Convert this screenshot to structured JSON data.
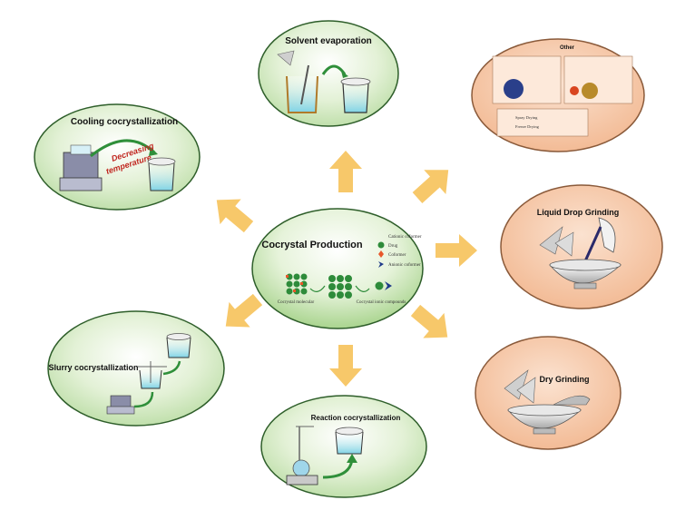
{
  "center": {
    "title": "Cocrystal Production",
    "legend": [
      {
        "label": "Cationic coformer",
        "color": "#e8572a"
      },
      {
        "label": "Drug",
        "color": "#2e8b3a"
      },
      {
        "label": "Coformer",
        "color": "#e8572a"
      },
      {
        "label": "Anionic coformer",
        "color": "#1f3a8a"
      }
    ],
    "caption_left": "Cocrystal molecular",
    "caption_right": "Cocrystal ionic compounds"
  },
  "methods": {
    "solvent_evaporation": "Solvent evaporation",
    "cooling": "Cooling cocrystallization",
    "cooling_note_1": "Decreasing",
    "cooling_note_2": "temperature",
    "slurry": "Slurry cocrystallization",
    "reaction": "Reaction cocrystallization",
    "liquid_drop": "Liquid Drop Grinding",
    "dry_grinding": "Dry Grinding",
    "other": "Other",
    "other_items": [
      "Spray Drying",
      "Freeze Drying"
    ]
  },
  "colors": {
    "green_fill": "#d6ebc8",
    "green_stroke": "#2e5e2a",
    "orange_fill": "#f5c6a5",
    "orange_stroke": "#8a5a3a",
    "arrow": "#f7c86a"
  }
}
